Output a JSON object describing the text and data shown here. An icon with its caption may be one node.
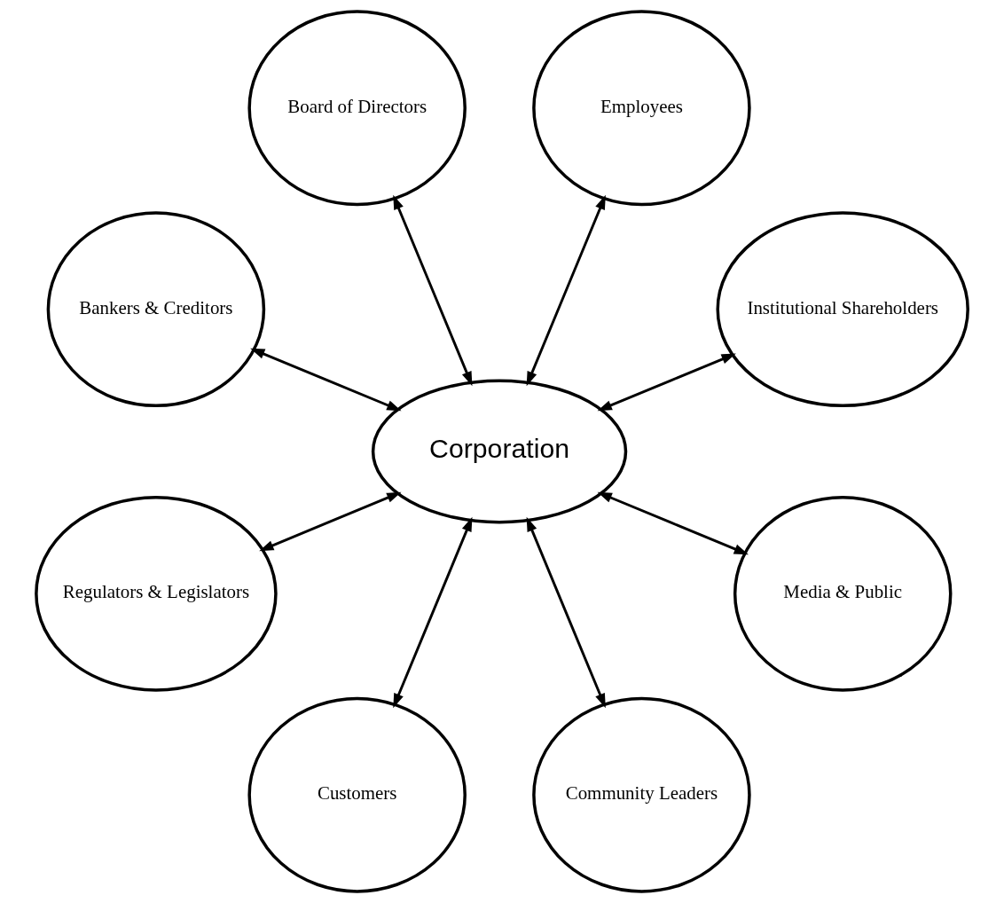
{
  "diagram": {
    "nodes": [
      {
        "text": [
          "Institutional Shareholders"
        ]
      },
      {
        "text": [
          "Employees"
        ]
      },
      {
        "text": [
          "Board of Directors"
        ]
      },
      {
        "text": [
          "Bankers & Creditors"
        ]
      },
      {
        "text": [
          "Corporation"
        ]
      },
      {
        "text": [
          "Regulators & Legislators"
        ]
      },
      {
        "text": [
          "Customers"
        ]
      },
      {
        "text": [
          "Community Leaders"
        ]
      },
      {
        "text": [
          "Media & Public"
        ]
      }
    ],
    "edges": [
      {
        "from": 4,
        "to": 0,
        "arrow": "both"
      },
      {
        "from": 4,
        "to": 2,
        "arrow": "both"
      },
      {
        "from": 4,
        "to": 5,
        "arrow": "both"
      },
      {
        "from": 4,
        "to": 7,
        "arrow": "both"
      },
      {
        "from": 4,
        "to": 8,
        "arrow": "both"
      },
      {
        "from": 4,
        "to": 6,
        "arrow": "both"
      },
      {
        "from": 4,
        "to": 3,
        "arrow": "both"
      },
      {
        "from": 4,
        "to": 1,
        "arrow": "both"
      }
    ]
  }
}
